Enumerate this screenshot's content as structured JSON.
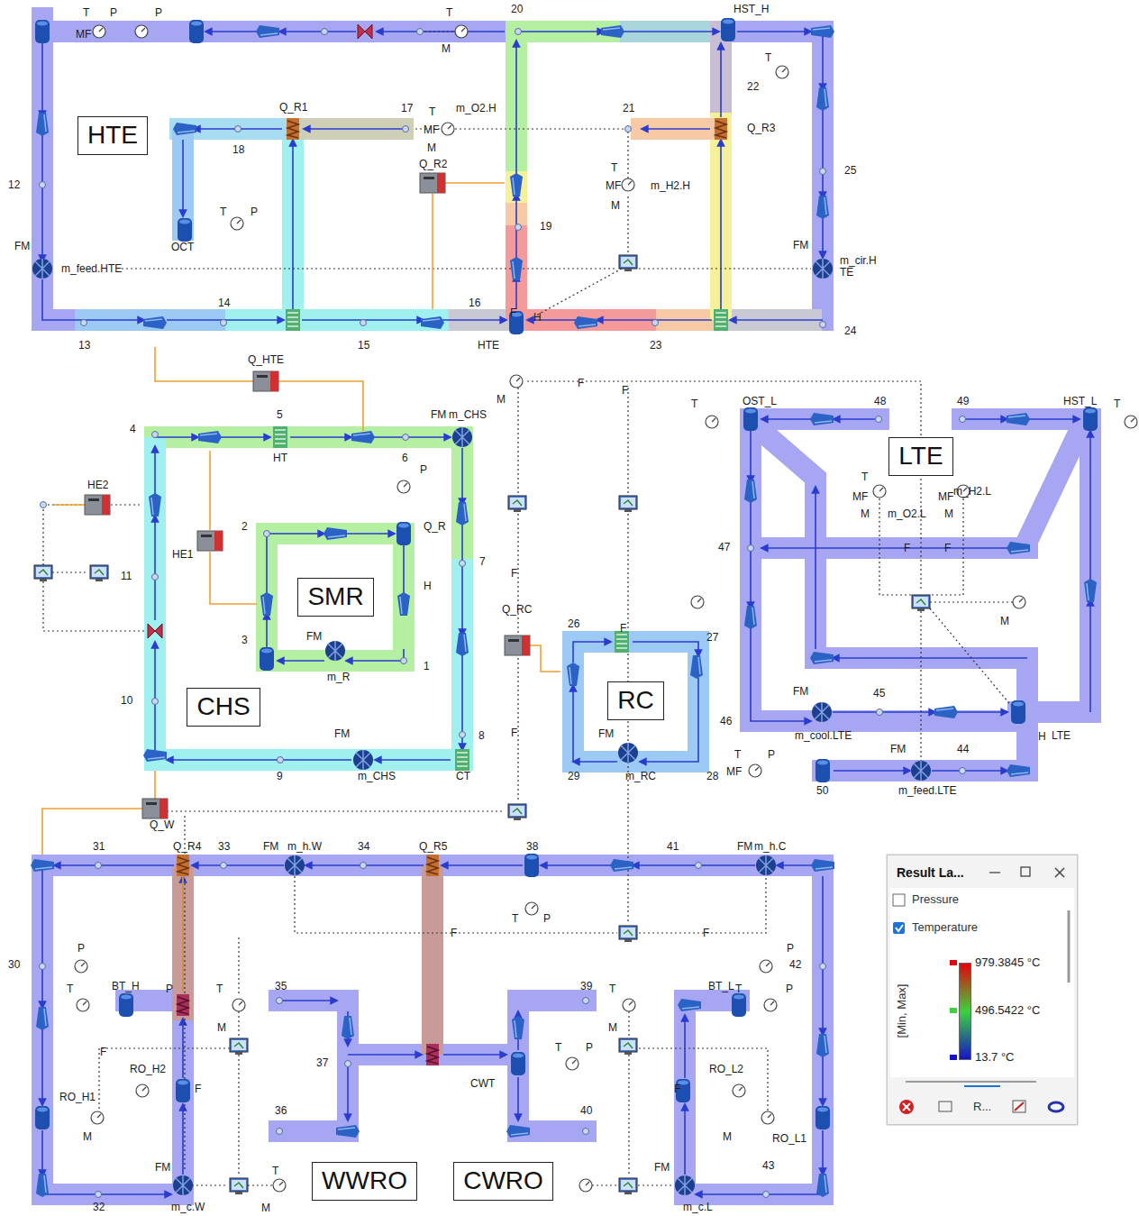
{
  "diagram": {
    "nodes": [
      {
        "text": [
          "HTE"
        ]
      },
      {
        "text": [
          "LTE"
        ]
      },
      {
        "text": [
          "SMR"
        ]
      },
      {
        "text": [
          "RC"
        ]
      },
      {
        "text": [
          "CHS"
        ]
      },
      {
        "text": [
          "Result La..."
        ]
      },
      {
        "text": [
          "WWRO"
        ]
      },
      {
        "text": [
          "CWRO"
        ]
      }
    ],
    "labels": [
      "T",
      "P",
      "MF",
      "P",
      "T",
      "20",
      "HST_H",
      "M",
      "T",
      "22",
      "Q_R1",
      "17",
      "T",
      "m_O2.H",
      "21",
      "Q_R3",
      "MF",
      "M",
      "18",
      "Q_R2",
      "T",
      "MF",
      "m_H2.H",
      "M",
      "25",
      "12",
      "T",
      "P",
      "19",
      "FM",
      "FM",
      "OCT",
      "m_feed.HTE",
      "m_cir.H TE",
      "14",
      "16",
      "F",
      "H",
      "24",
      "13",
      "15",
      "HTE",
      "23",
      "Q_HTE",
      "F",
      "F",
      "M",
      "4",
      "5",
      "FM",
      "m_CHS",
      "HT",
      "6",
      "P",
      "HE2",
      "2",
      "Q_R",
      "HE1",
      "F",
      "11",
      "H",
      "7",
      "Q_RC",
      "26",
      "F",
      "27",
      "FM",
      "3",
      "1",
      "m_R",
      "10",
      "46",
      "FM",
      "FM",
      "8",
      "F",
      "9",
      "m_CHS",
      "CT",
      "29",
      "m_RC",
      "28",
      "T",
      "OST_L",
      "48",
      "49",
      "HST_L",
      "T",
      "T",
      "MF",
      "MF",
      "m_H2.L",
      "M",
      "M",
      "m_O2.L",
      "47",
      "F",
      "F",
      "M",
      "FM",
      "45",
      "m_cool.LTE",
      "H",
      "LTE",
      "FM",
      "44",
      "T",
      "P",
      "MF",
      "50",
      "m_feed.LTE",
      "Q_W",
      "31",
      "Q_R4",
      "33",
      "FM",
      "m_h.W",
      "34",
      "Q_R5",
      "38",
      "41",
      "FM",
      "m_h.C",
      "T",
      "P",
      "F",
      "F",
      "P",
      "P",
      "30",
      "42",
      "T",
      "BT_H",
      "P",
      "T",
      "35",
      "39",
      "T",
      "BT_L",
      "T",
      "P",
      "M",
      "M",
      "T",
      "P",
      "F",
      "37",
      "RO_H2",
      "RO_L2",
      "CWT",
      "F",
      "F",
      "RO_H1",
      "36",
      "40",
      "M",
      "M",
      "RO_L1",
      "FM",
      "FM",
      "43",
      "T",
      "M",
      "32",
      "m_c.W",
      "m_c.L",
      "Pressure",
      "Temperature",
      "[Min, Max]",
      "R..."
    ],
    "legend": [
      {
        "text": "979.3845 °C",
        "color": "#e8000b"
      },
      {
        "text": "496.5422 °C",
        "color": "#3cd23c"
      },
      {
        "text": "13.7 °C",
        "color": "#1414c8"
      }
    ]
  }
}
